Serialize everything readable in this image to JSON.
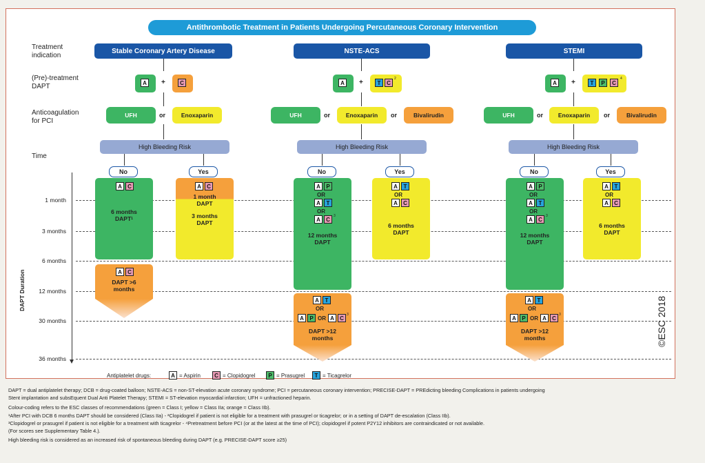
{
  "title": "Antithrombotic Treatment in Patients Undergoing Percutaneous Coronary Intervention",
  "row_labels": {
    "treatment_indication": "Treatment indication",
    "pretreatment": "(Pre)-treatment DAPT",
    "anticoag": "Anticoagulation for PCI",
    "time": "Time",
    "dapt_duration": "DAPT Duration"
  },
  "columns": {
    "scad": "Stable Coronary Artery Disease",
    "nste": "NSTE-ACS",
    "stemi": "STEMI"
  },
  "drugs": {
    "ufh": "UFH",
    "enox": "Enoxaparin",
    "bival": "Bivalirudin"
  },
  "or_text": "or",
  "or_caps": "OR",
  "plus": "+",
  "hbr": "High Bleeding Risk",
  "no": "No",
  "yes": "Yes",
  "chips": {
    "a": "A",
    "c": "C",
    "p": "P",
    "t": "T"
  },
  "sup": {
    "one": "1",
    "two": "2",
    "three": "3",
    "four": "4"
  },
  "ticks": [
    "1 month",
    "3 months",
    "6 months",
    "12 months",
    "30 months",
    "36 months"
  ],
  "boxes": {
    "scad_no": "6 months DAPT",
    "scad_yes_1": "1 month DAPT",
    "scad_yes_3": "3 months DAPT",
    "scad_ext": "DAPT >6 months",
    "acs_no": "12 months DAPT",
    "acs_yes": "6 months DAPT",
    "acs_ext": "DAPT >12 months"
  },
  "legend": {
    "label": "Antiplatelet drugs:",
    "aspirin": "= Aspirin",
    "clopidogrel": "= Clopidogrel",
    "prasugrel": "= Prasugrel",
    "ticagrelor": "= Ticagrelor"
  },
  "copyright": "©ESC 2018",
  "footnotes": [
    "DAPT = dual antiplatelet therapy; DCB = drug-coated balloon; NSTE-ACS = non-ST-elevation acute coronary syndrome; PCI = percutaneous coronary intervention; PRECISE-DAPT = PREdicting bleeding Complications in patients undergoing",
    "Stent implantation and subsEquent Dual Anti Platelet Therapy; STEMI = ST-elevation myocardial infarction; UFH = unfractioned heparin.",
    "Colour-coding refers to the ESC classes of recommendations (green = Class I; yellow = Class IIa; orange = Class IIb).",
    "¹After PCI with DCB 6 months DAPT should be considered (Class IIa) - ²Clopidogrel if patient is not eligible for a treatment with prasugrel or ticagrelor; or in a setting of DAPT de-escalation (Class IIb).",
    "³Clopidogrel or prasugrel if patient is not eligible for a treatment with ticagrelor - ⁴Pretreatment before PCI (or at the latest at the time of PCI); clopidogrel if potent P2Y12 inhibitors are contraindicated or not available.",
    "(For scores see Supplementary Table 4.).",
    "High bleeding risk is considered as an increased risk of spontaneous bleeding during DAPT (e.g. PRECISE-DAPT score ≥25)"
  ],
  "colors": {
    "green": "#3db563",
    "yellow": "#f2ea2c",
    "orange": "#f5a03c",
    "blue": "#1a56a6",
    "light_blue": "#1e9bd7",
    "hbr": "#96a9d3"
  }
}
